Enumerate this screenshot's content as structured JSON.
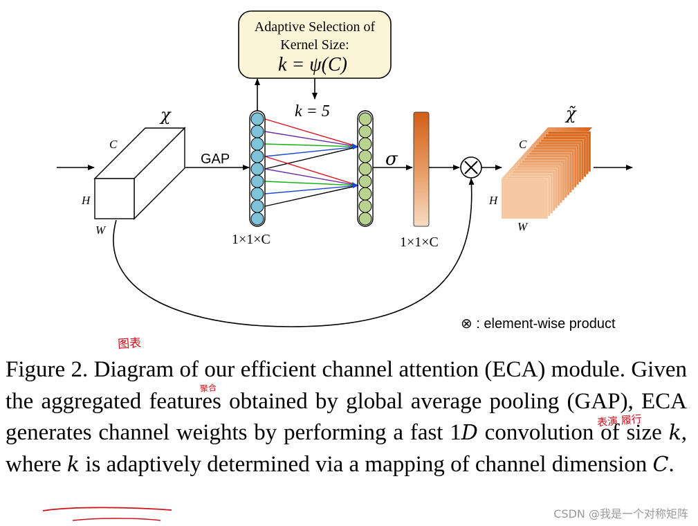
{
  "diagram": {
    "selection_box": {
      "line1": "Adaptive Selection of",
      "line2": "Kernel Size:",
      "formula": "k = ψ(C)"
    },
    "k_label": "k = 5",
    "input_label": "χ",
    "output_label": "χ̃",
    "gap_label": "GAP",
    "sigma_label": "σ",
    "dims": {
      "C": "C",
      "H": "H",
      "W": "W"
    },
    "vector_label_1": "1×1×C",
    "vector_label_2": "1×1×C",
    "multiply_symbol": "⊗",
    "legend": "⊗ : element-wise product",
    "colors": {
      "circle_left": "#7fc3d9",
      "circle_right": "#b7d38f",
      "box_fill": "#fdf5d8",
      "attention_start": "#e58a45",
      "attention_end": "#f5d3b2",
      "tensor_front": "#f7c9a3",
      "tensor_dark": "#d9631b",
      "lines": [
        "#e0101a",
        "#6a2fa0",
        "#10b010",
        "#1a4ad0",
        "#000000"
      ]
    }
  },
  "caption": {
    "part1": "Figure 2. Diagram of our efficient channel attention (ECA) module.  Given the aggregated features obtained by global average pooling (GAP), ECA generates channel weights by performing a fast 1",
    "D": "D",
    "part2": " convolution of size ",
    "k1": "k",
    "part3": ", where ",
    "k2": "k",
    "part4": " is adaptively determined via a mapping of channel dimension ",
    "C": "C",
    "part5": "."
  },
  "annotations": {
    "note1": "图表",
    "note2": "聚合",
    "note3": "表演 履行"
  },
  "watermark": "CSDN @我是一个对称矩阵"
}
